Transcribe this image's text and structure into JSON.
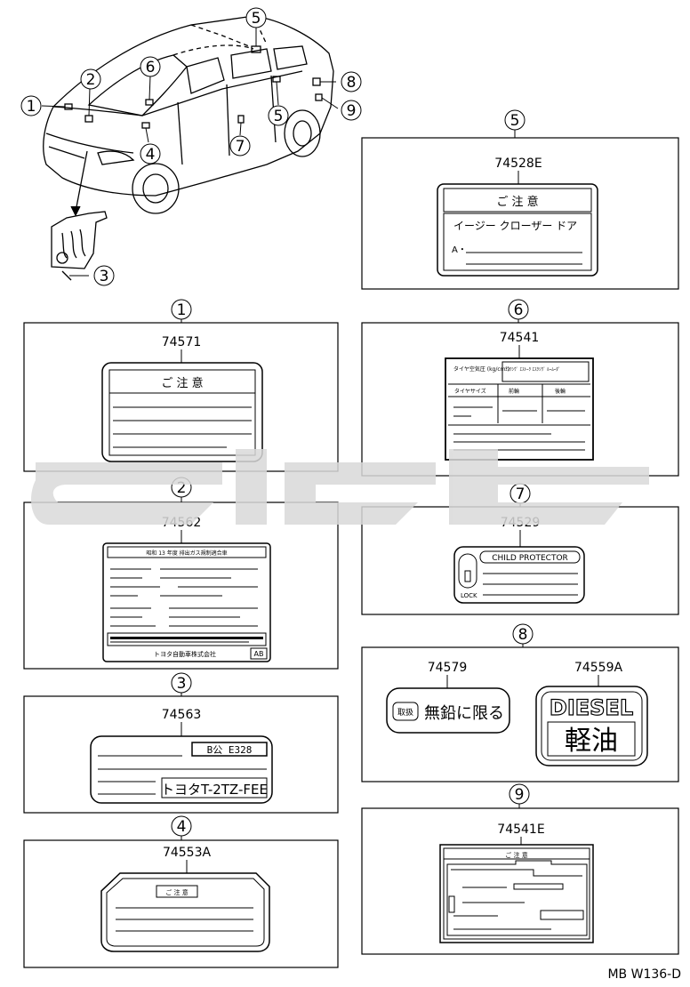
{
  "callouts": {
    "c1": "1",
    "c2": "2",
    "c3": "3",
    "c4": "4",
    "c5a": "5",
    "c5b": "5",
    "c6": "6",
    "c7": "7",
    "c8": "8",
    "c9": "9"
  },
  "panels": [
    {
      "circle": "1",
      "part": "74571",
      "label_text": "ご 注 意"
    },
    {
      "circle": "2",
      "part": "74562",
      "label_text": "昭和 13 年度 排出ガス規制適合車",
      "footer": "トヨタ自動車株式会社",
      "badge": "AB"
    },
    {
      "circle": "3",
      "part": "74563",
      "label_box": "B公 E328",
      "label_text": "トヨタT-2TZ-FEE"
    },
    {
      "circle": "4",
      "part": "74553A",
      "label_text": "ご 注 意"
    },
    {
      "circle": "5",
      "part": "74528E",
      "label_text": "ご 注 意",
      "body_text": "イージー クローザー ドア",
      "prefix": "A・"
    },
    {
      "circle": "6",
      "part": "74541",
      "cols": [
        "タイヤサイズ",
        "前輪",
        "後輪"
      ],
      "hdr1": "タイヤ空気圧 (kg/cm²)",
      "hdr2": "ｴｽｸｼｳﾞ ｴｽﾄｰｸ ｴｽｸｼｳﾞ ﾙｰﾑｰﾀﾞ"
    },
    {
      "circle": "7",
      "part": "74529",
      "label_text": "CHILD PROTECTOR",
      "lock": "LOCK"
    },
    {
      "circle": "8",
      "part": "74579",
      "part2": "74559A",
      "label_text": "無鉛に限る",
      "label_small": "取扱",
      "diesel": "DIESEL",
      "kanji": "軽油"
    },
    {
      "circle": "9",
      "part": "74541E",
      "label_text": "ご 注 意"
    }
  ],
  "footer_code": "MB W136-D",
  "colors": {
    "line": "#000000",
    "watermark": "#d9d9d9",
    "background": "#ffffff"
  }
}
